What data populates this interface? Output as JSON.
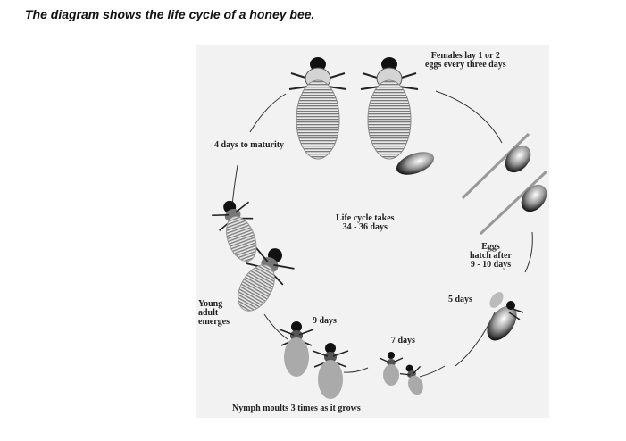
{
  "caption": "The diagram shows the life cycle of a honey bee.",
  "labels": {
    "females_lay_1": "Females lay 1 or 2",
    "females_lay_2": "eggs every three days",
    "maturity": "4 days to maturity",
    "center_1": "Life cycle takes",
    "center_2": "34 - 36 days",
    "eggs_hatch_1": "Eggs",
    "eggs_hatch_2": "hatch after",
    "eggs_hatch_3": "9 - 10 days",
    "five_days": "5 days",
    "young_1": "Young",
    "young_2": "adult",
    "young_3": "emerges",
    "nine_days": "9 days",
    "seven_days": "7 days",
    "nymph": "Nymph moults 3 times as it grows"
  }
}
